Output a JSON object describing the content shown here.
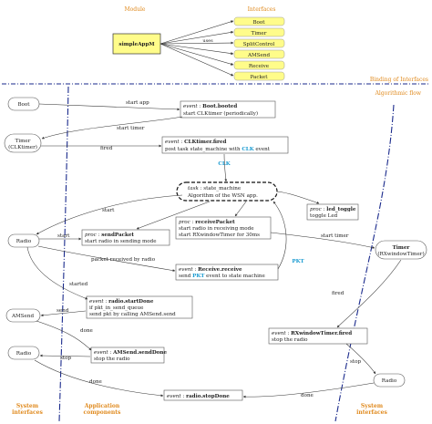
{
  "header": {
    "module_heading": "Module",
    "interfaces_heading": "Interfaces",
    "binding_label": "Binding of Interfaces",
    "algorithmic_flow_label": "Algorithmic flow"
  },
  "module_box": {
    "label": "simpleAppM",
    "uses_label": "uses"
  },
  "interfaces": [
    "Boot",
    "Timer",
    "SplitControl",
    "AMSend",
    "Receive",
    "Packet"
  ],
  "columns": {
    "system_interfaces_left": [
      "System",
      "interfaces"
    ],
    "application_components": [
      "Application",
      "components"
    ],
    "system_interfaces_right": [
      "System",
      "interfaces"
    ]
  },
  "actors": {
    "boot": "Boot",
    "timer_left": [
      "Timer",
      "(CLKtimer)"
    ],
    "radio_left": "Radio",
    "amsend": "AMSend",
    "radio_bottom": "Radio",
    "timer_right": [
      "Timer",
      "(RXwindowTimer)"
    ],
    "radio_right": "Radio"
  },
  "boxes": {
    "boot_booted": {
      "kind": "event",
      "name": "Boot.booted",
      "lines": [
        "start CLKtimer (periodically)"
      ]
    },
    "clktimer_fired": {
      "kind": "event",
      "name": "CLKtimer.fired",
      "line_pre": "post task state_machine with",
      "line_keyword": "CLK",
      "line_post": "event"
    },
    "state_machine": {
      "kind": "task",
      "name": "state_machine",
      "lines": [
        "Algorithm of the WSN app."
      ]
    },
    "led_toggle": {
      "kind": "proc",
      "name": "led_toggle",
      "lines": [
        "toggle Led"
      ]
    },
    "send_packet": {
      "kind": "proc",
      "name": "sendPacket",
      "lines": [
        "start radio in sending mode"
      ]
    },
    "receive_packet": {
      "kind": "proc",
      "name": "receivePacket",
      "lines": [
        "start radio in receiving mode",
        "start RXwindowTimer for 30ms"
      ]
    },
    "receive_receive": {
      "kind": "event",
      "name": "Receive.receive",
      "line_pre": "send",
      "line_keyword": "PKT",
      "line_post": "event to state machine"
    },
    "radio_startdone": {
      "kind": "event",
      "name": "radio.startDone",
      "lines": [
        "if pkt_in_send_queue",
        "send pkt by calling AMSend.send"
      ]
    },
    "amsend_senddone": {
      "kind": "event",
      "name": "AMSend.sendDone",
      "lines": [
        "stop the radio"
      ]
    },
    "rxwindow_fired": {
      "kind": "event",
      "name": "RXwindowTimer.fired",
      "lines": [
        "stop the radio"
      ]
    },
    "radio_stopdone": {
      "kind": "event",
      "name": "radio.stopDone",
      "lines": []
    }
  },
  "edge_labels": {
    "start_app": "start app",
    "start_timer_top": "start timer",
    "fired_left": "fired",
    "clk": "CLK",
    "pkt": "PKT",
    "start_a": "start",
    "start_b": "start",
    "start_timer_right": "start timer",
    "packet_received": "packet received by radio",
    "started": "started",
    "send": "send",
    "done_a": "done",
    "stop_a": "stop",
    "fired_right": "fired",
    "stop_b": "stop",
    "done_b": "done",
    "done_c": "done"
  },
  "colors": {
    "interface_fill": "#fffc8a",
    "module_fill": "#fffc8a",
    "orange_text": "#e08a1e",
    "blue_divider": "#1a2a8c",
    "keyword_blue": "#1a9bd1"
  }
}
